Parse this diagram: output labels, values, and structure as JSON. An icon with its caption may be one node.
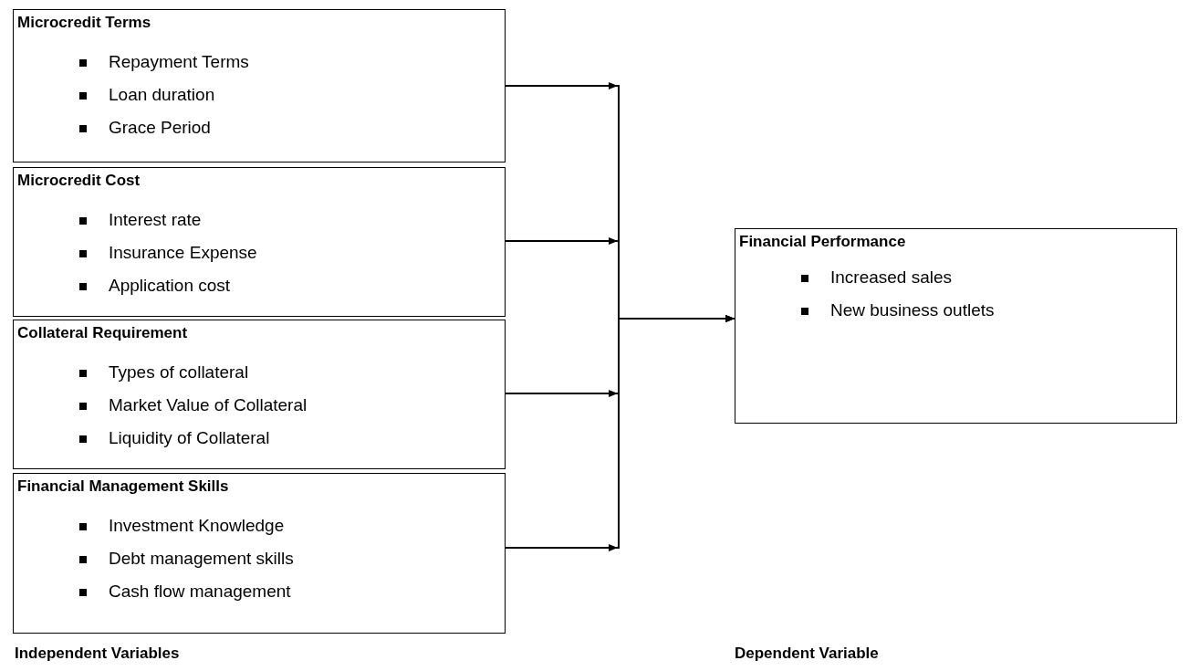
{
  "diagram": {
    "nodes": [
      {
        "text": [
          "Microcredit Terms",
          "Repayment Terms",
          "Loan duration",
          "Grace Period"
        ]
      },
      {
        "text": [
          "Microcredit Cost",
          "Interest rate",
          "Insurance Expense",
          "Application cost"
        ]
      },
      {
        "text": [
          "Collateral Requirement",
          "Types of collateral",
          "Market Value of Collateral",
          "Liquidity of Collateral"
        ]
      },
      {
        "text": [
          "Financial Management Skills",
          "Investment Knowledge",
          "Debt management skills",
          "Cash flow management"
        ]
      },
      {
        "text": [
          "Financial Performance",
          "Increased sales",
          "New business outlets"
        ]
      }
    ],
    "edges": [
      {
        "from": 0,
        "to": 4,
        "arrow": "to"
      },
      {
        "from": 1,
        "to": 4,
        "arrow": "to"
      },
      {
        "from": 2,
        "to": 4,
        "arrow": "to"
      },
      {
        "from": 3,
        "to": 4,
        "arrow": "to"
      }
    ],
    "labels": [
      "Independent Variables",
      "Dependent Variable"
    ]
  }
}
